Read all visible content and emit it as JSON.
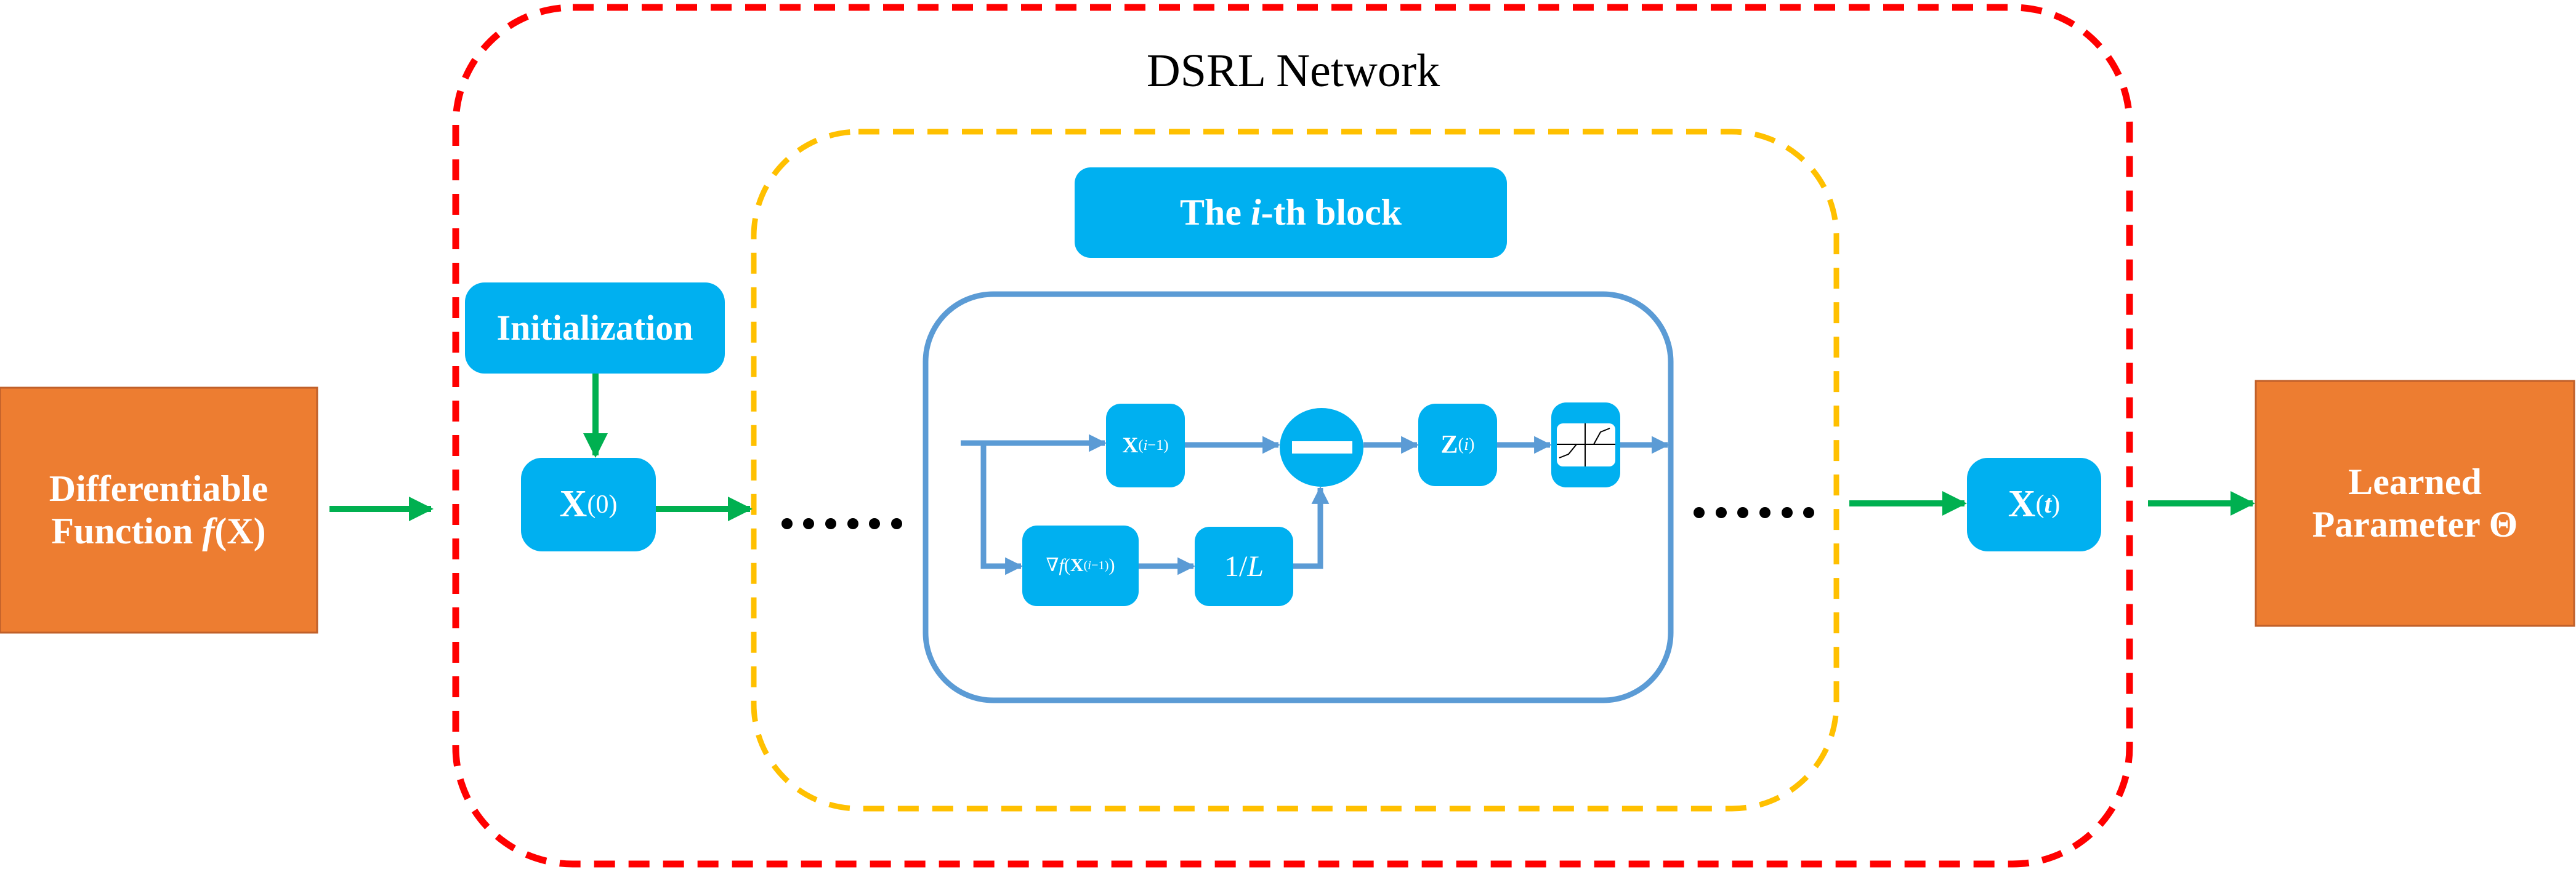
{
  "title": "DSRL Network",
  "colors": {
    "orange": "#ED7D31",
    "cyan": "#00B0F0",
    "steel_blue": "#5B9BD5",
    "green": "#00B050",
    "red_dash": "#FF0000",
    "yellow_dash": "#FFC000"
  },
  "input_box": {
    "line1": "Differentiable",
    "line2_text": "Function ",
    "line2_math_f": "f",
    "line2_math_arg": "(X)"
  },
  "output_box": {
    "line1": "Learned",
    "line2": "Parameter Θ"
  },
  "initialization": "Initialization",
  "x0": {
    "main": "X",
    "sub": "(0)"
  },
  "xt": {
    "main": "X",
    "sub_open": "(",
    "sub_var": "t",
    "sub_close": ")"
  },
  "block_title": {
    "pre": "The ",
    "var": "i",
    "post": "-th block"
  },
  "inner": {
    "x_prev": {
      "main": "X",
      "sub_open": "(",
      "sub_var": "i",
      "sub_rest": "−1)"
    },
    "minus_symbol": "−",
    "z": {
      "main": "Z",
      "sub_open": "(",
      "sub_var": "i",
      "sub_close": ")"
    },
    "grad": {
      "nabla": "∇",
      "f": "f",
      "open": "(",
      "main": "X",
      "sub_open": "(",
      "sub_var": "i",
      "sub_rest": "−1)",
      "close": ")"
    },
    "step": {
      "num": "1/",
      "var": "L"
    },
    "threshold_icon": "soft-threshold"
  },
  "ellipsis_left": "• • • • • •",
  "ellipsis_right": "• • • • • •"
}
